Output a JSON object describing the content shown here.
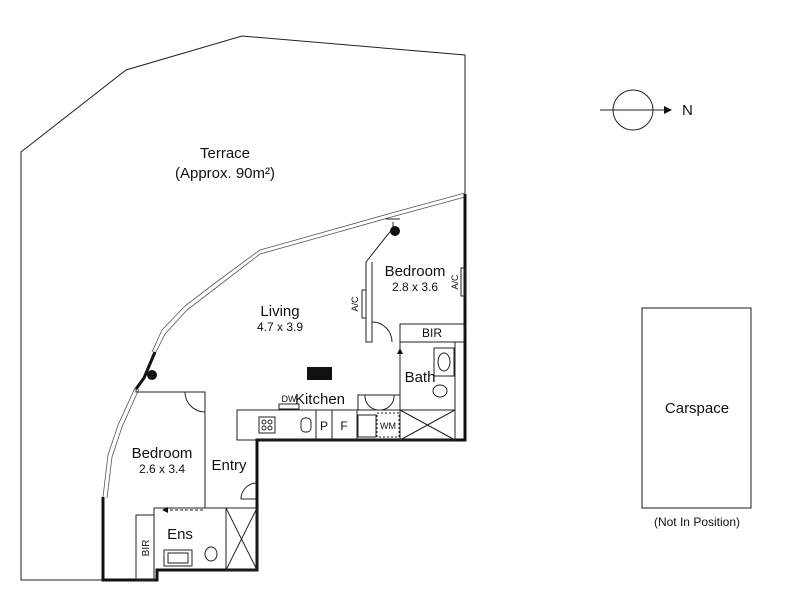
{
  "plan": {
    "terrace": {
      "name": "Terrace",
      "area": "(Approx. 90m²)"
    },
    "living": {
      "name": "Living",
      "size": "4.7 x 3.9"
    },
    "bedroom_main": {
      "name": "Bedroom",
      "size": "2.8 x 3.6"
    },
    "bedroom_second": {
      "name": "Bedroom",
      "size": "2.6 x 3.4"
    },
    "kitchen": {
      "name": "Kitchen",
      "dw": "DW",
      "pantry": "P",
      "fridge": "F",
      "wm": "WM"
    },
    "bath": {
      "name": "Bath"
    },
    "ens": {
      "name": "Ens"
    },
    "entry": {
      "name": "Entry"
    },
    "bir_main": "BIR",
    "bir_second": "BIR",
    "ac_left": "A/C",
    "ac_right": "A/C",
    "carspace": {
      "name": "Carspace",
      "note": "(Not In Position)"
    },
    "compass": {
      "label": "N"
    }
  },
  "colors": {
    "line": "#111111",
    "background": "#ffffff"
  }
}
